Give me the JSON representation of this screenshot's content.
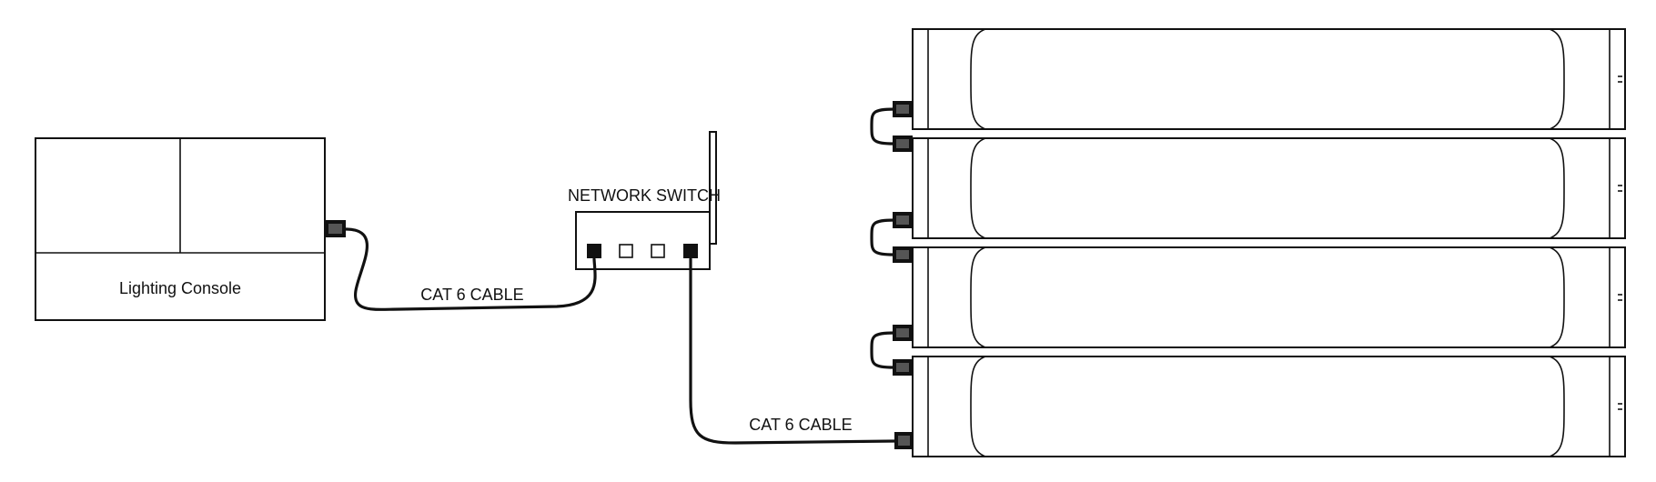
{
  "diagram": {
    "console": {
      "label": "Lighting Console"
    },
    "switch": {
      "label": "NETWORK SWITCH",
      "ports": [
        "active",
        "empty",
        "empty",
        "active"
      ]
    },
    "cables": [
      {
        "label": "CAT 6 CABLE",
        "from": "Lighting Console",
        "to": "NETWORK SWITCH"
      },
      {
        "label": "CAT 6 CABLE",
        "from": "NETWORK SWITCH",
        "to": "fixture-4"
      }
    ],
    "fixtures": [
      {
        "id": "fixture-1"
      },
      {
        "id": "fixture-2"
      },
      {
        "id": "fixture-3"
      },
      {
        "id": "fixture-4"
      }
    ],
    "colors": {
      "stroke": "#111111",
      "background": "#ffffff",
      "connector": "#111111"
    }
  }
}
